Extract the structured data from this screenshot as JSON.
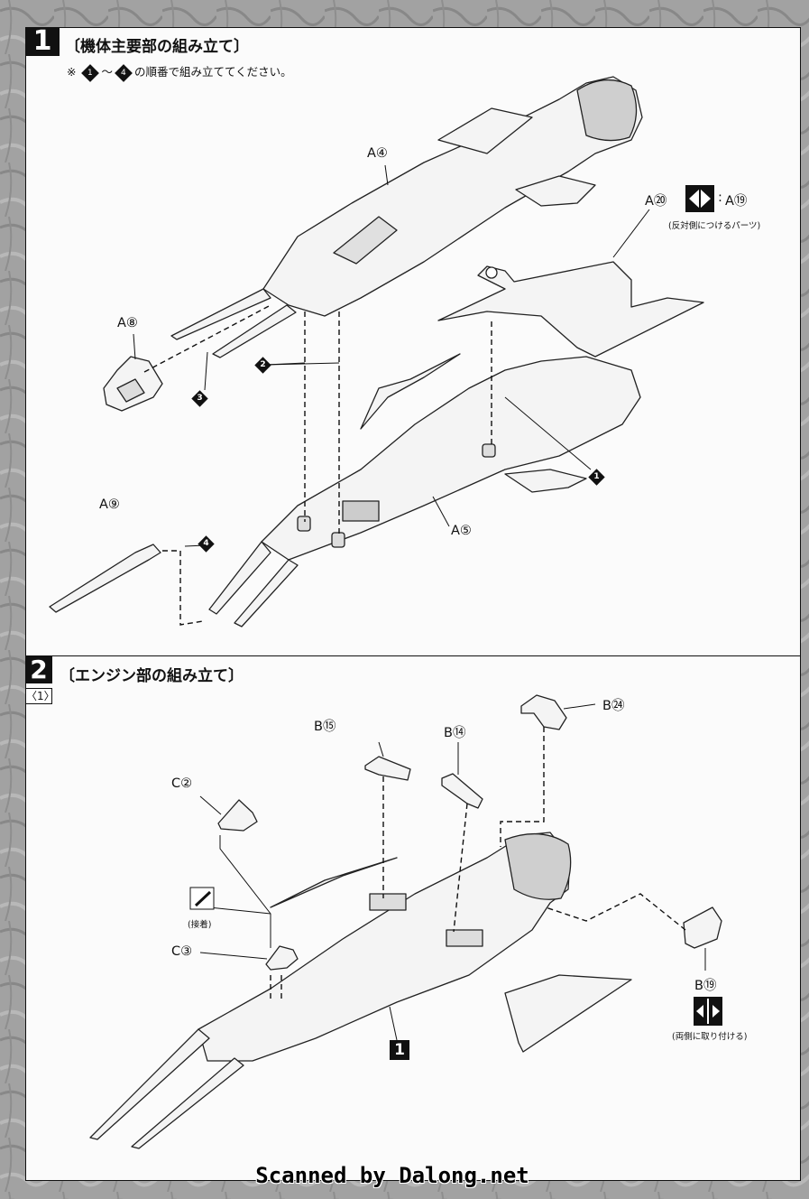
{
  "step1": {
    "number": "1",
    "title": "〔機体主要部の組み立て〕",
    "note": {
      "prefix": "※",
      "from": "1",
      "tilde": "〜",
      "to": "4",
      "suffix": "の順番で組み立ててください。"
    },
    "parts": {
      "a4": "A④",
      "a20": "A⑳",
      "a19": "A⑲",
      "a19_sep": ":",
      "a20_note": "(反対側につけるパーツ)",
      "a8": "A⑧",
      "a5": "A⑤",
      "a9": "A⑨"
    },
    "markers": {
      "m1": "1",
      "m2": "2",
      "m3": "3",
      "m4": "4"
    }
  },
  "step2": {
    "number": "2",
    "sub_step": "〈1〉",
    "title": "〔エンジン部の組み立て〕",
    "parts": {
      "b15": "B⑮",
      "b14": "B⑭",
      "b24": "B㉔",
      "c2": "C②",
      "c3": "C③",
      "b19": "B⑲"
    },
    "glue_label": "(接着)",
    "both_sides_label": "(両側に取り付ける)",
    "ref": "1"
  },
  "watermark": "Scanned by Dalong.net"
}
